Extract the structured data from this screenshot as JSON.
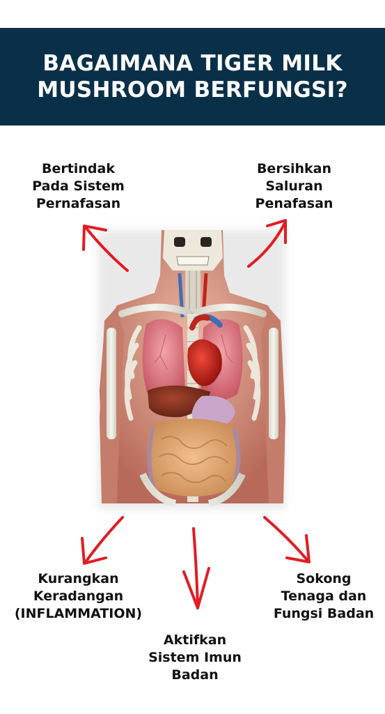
{
  "header": {
    "title": "BAGAIMANA TIGER MILK\nMUSHROOM BERFUNGSI?",
    "background": "#0a3049"
  },
  "labels": {
    "top_left": "Bertindak\nPada Sistem\nPernafasan",
    "top_right": "Bersihkan\nSaluran\nPenafasan",
    "bottom_left": "Kurangkan\nKeradangan\n(INFLAMMATION)",
    "bottom_center": "Aktifkan\nSistem Imun\nBadan",
    "bottom_right": "Sokong\nTenaga dan\nFungsi Badan"
  },
  "colors": {
    "arrow": "#e31b23",
    "text": "#111111"
  },
  "illustration": "human-anatomy-torso"
}
